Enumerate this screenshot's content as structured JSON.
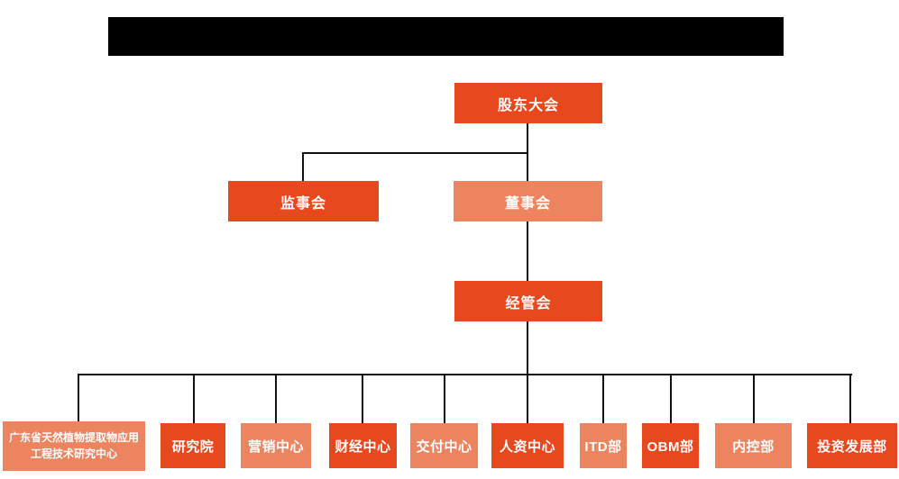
{
  "colors": {
    "primary_orange": "#e8481d",
    "light_orange": "#ec8460",
    "connector_line": "#111111",
    "node_text": "#ffffff",
    "redaction": "#000000",
    "background": "#ffffff"
  },
  "header": {
    "redacted_title": ""
  },
  "org_chart": {
    "nodes": {
      "shareholders_meeting": {
        "label": "股东大会",
        "color": "dark"
      },
      "supervisory_board": {
        "label": "监事会",
        "color": "dark"
      },
      "board_of_directors": {
        "label": "董事会",
        "color": "light"
      },
      "management_committee": {
        "label": "经管会",
        "color": "dark"
      }
    },
    "hierarchy": {
      "root": "股东大会",
      "children_of_root": [
        "监事会",
        "董事会"
      ],
      "child_of_board": "经管会",
      "children_of_management": [
        "广东省天然植物提取物应用工程技术研究中心",
        "研究院",
        "营销中心",
        "财经中心",
        "交付中心",
        "人资中心",
        "ITD部",
        "OBM部",
        "内控部",
        "投资发展部"
      ]
    },
    "departments": [
      {
        "label": "广东省天然植物提取物应用工程技术研究中心",
        "color": "light"
      },
      {
        "label": "研究院",
        "color": "dark"
      },
      {
        "label": "营销中心",
        "color": "light"
      },
      {
        "label": "财经中心",
        "color": "dark"
      },
      {
        "label": "交付中心",
        "color": "light"
      },
      {
        "label": "人资中心",
        "color": "dark"
      },
      {
        "label": "ITD部",
        "color": "light"
      },
      {
        "label": "OBM部",
        "color": "dark"
      },
      {
        "label": "内控部",
        "color": "light"
      },
      {
        "label": "投资发展部",
        "color": "dark"
      }
    ]
  }
}
